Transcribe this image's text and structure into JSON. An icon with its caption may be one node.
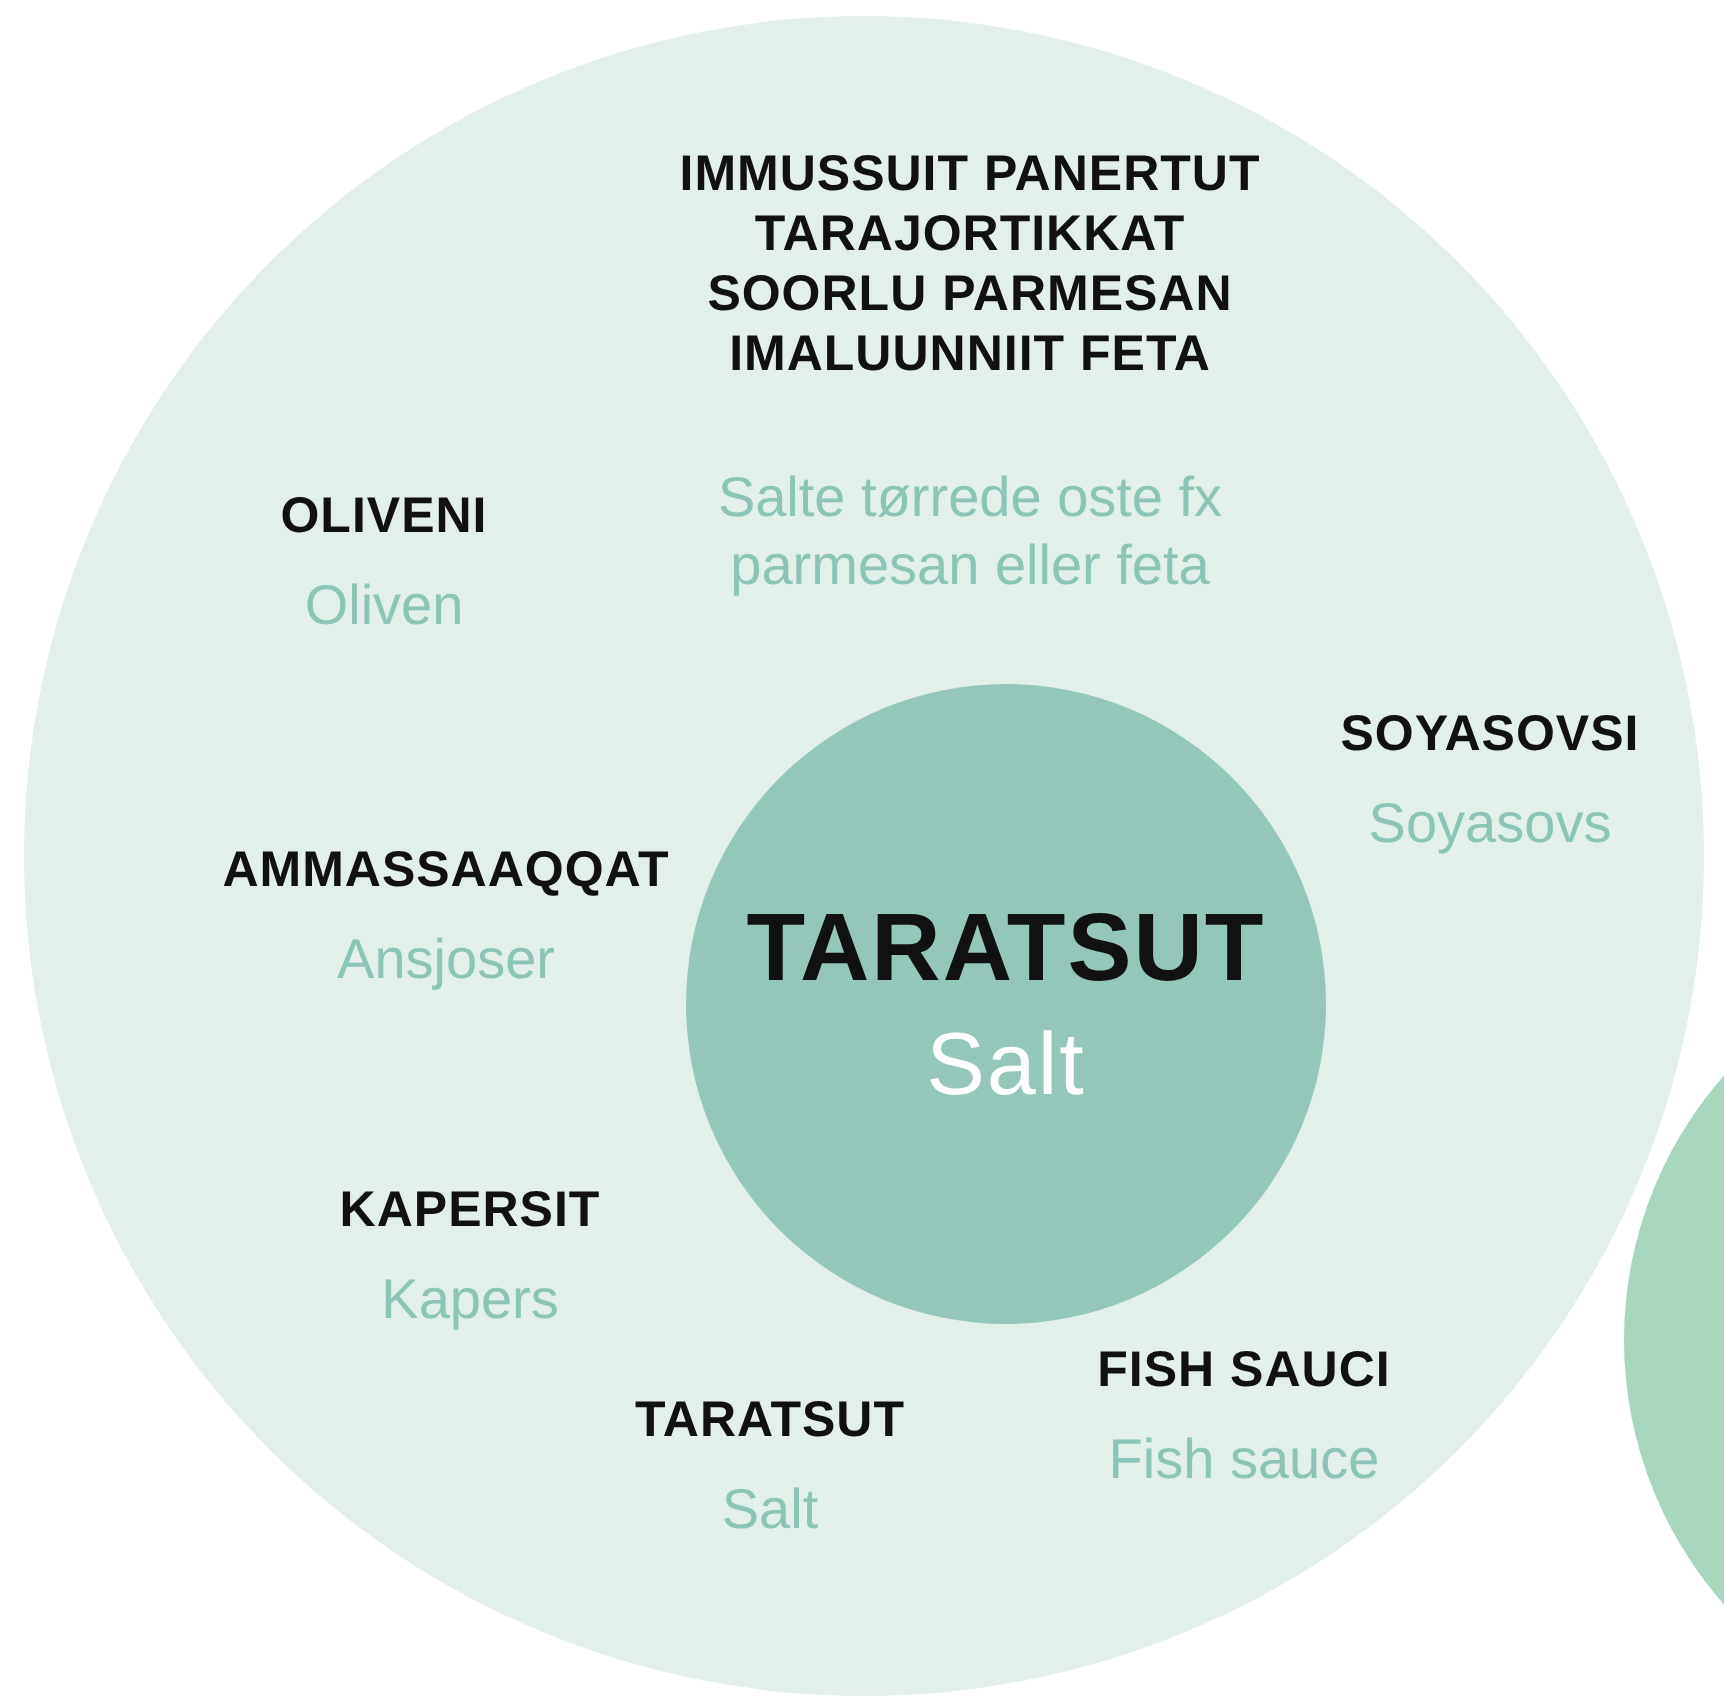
{
  "diagram": {
    "nodes": [
      {
        "text": [],
        "shape": "circle"
      },
      {
        "text": [
          "TARATSUT",
          "Salt"
        ],
        "in": 0
      },
      {
        "text": [],
        "shape": "circle"
      }
    ],
    "labels": [
      "IMMUSSUIT PANERTUT TARAJORTIKKAT SOORLU PARMESAN IMALUUNNIIT FETA",
      "Salte tørrede oste fx parmesan eller feta",
      "OLIVENI",
      "Oliven",
      "SOYASOVSI",
      "Soyasovs",
      "AMMASSAAQQAT",
      "Ansjoser",
      "KAPERSIT",
      "Kapers",
      "FISH SAUCI",
      "Fish sauce",
      "TARATSUT",
      "Salt"
    ]
  }
}
